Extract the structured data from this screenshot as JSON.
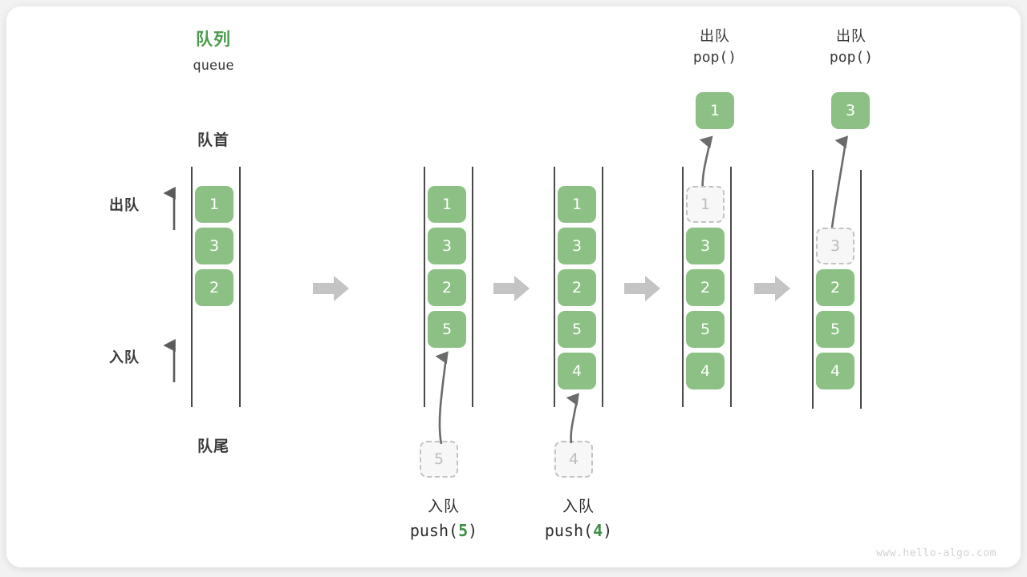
{
  "diagram": {
    "title_cn": "队列",
    "title_en": "queue",
    "head_label": "队首",
    "tail_label": "队尾",
    "dequeue_side_label": "出队",
    "enqueue_side_label": "入队",
    "watermark": "www.hello-algo.com",
    "colors": {
      "element_green": "#8cc084",
      "title_green": "#4c9a4c",
      "code_arg_green": "#3f8f47",
      "ghost_fill": "#f7f7f7",
      "ghost_border": "#c2c2c2",
      "ghost_text": "#bdbdbd",
      "rail": "#4a4a4a",
      "arrow_gray": "#6b6b6b",
      "block_arrow_gray": "#c4c4c4",
      "card_bg": "#ffffff",
      "page_bg": "#f2f2f2",
      "watermark_gray": "#d2d2d2"
    }
  },
  "panels": [
    {
      "id": "initial",
      "elements": [
        "1",
        "3",
        "2"
      ],
      "ghost": null,
      "popped": null,
      "op_cn": null,
      "op_code": null,
      "op_arg": null
    },
    {
      "id": "after-push-5",
      "elements": [
        "1",
        "3",
        "2",
        "5"
      ],
      "ghost": null,
      "popped": null,
      "incoming": "5",
      "op_cn": "入队",
      "op_code_prefix": "push(",
      "op_arg": "5",
      "op_code_suffix": ")"
    },
    {
      "id": "after-push-4",
      "elements": [
        "1",
        "3",
        "2",
        "5",
        "4"
      ],
      "ghost": null,
      "popped": null,
      "incoming": "4",
      "op_cn": "入队",
      "op_code_prefix": "push(",
      "op_arg": "4",
      "op_code_suffix": ")"
    },
    {
      "id": "pop-1",
      "elements": [
        "3",
        "2",
        "5",
        "4"
      ],
      "ghost": "1",
      "popped": "1",
      "op_cn": "出队",
      "op_code": "pop()"
    },
    {
      "id": "pop-3",
      "elements": [
        "2",
        "5",
        "4"
      ],
      "ghost": "3",
      "popped": "3",
      "op_cn": "出队",
      "op_code": "pop()"
    }
  ],
  "transitions": [
    {
      "id": "t1",
      "label": "step-arrow"
    },
    {
      "id": "t2",
      "label": "step-arrow"
    },
    {
      "id": "t3",
      "label": "step-arrow"
    },
    {
      "id": "t4",
      "label": "step-arrow"
    }
  ]
}
